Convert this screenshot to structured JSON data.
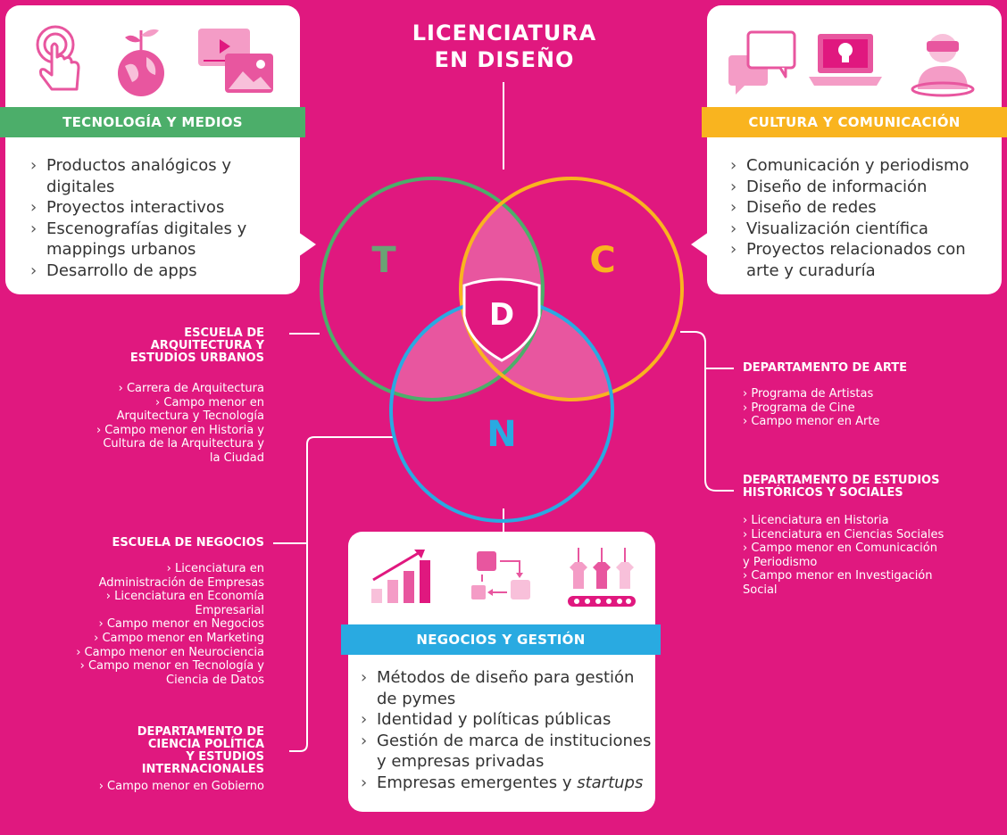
{
  "title": [
    "LICENCIATURA",
    "EN DISEÑO"
  ],
  "venn": {
    "t": "T",
    "c": "C",
    "n": "N",
    "d": "D"
  },
  "colors": {
    "background": "#e0187f",
    "tecnologia": "#4cae6a",
    "cultura": "#f9b41f",
    "negocios": "#29aae1",
    "overlap": "#e8569f"
  },
  "tecnologia": {
    "header": "TECNOLOGÍA Y MEDIOS",
    "icons": [
      "touch-icon",
      "globe-plant-icon",
      "media-gallery-icon"
    ],
    "items": [
      "Productos analógicos y",
      "digitales",
      "Proyectos interactivos",
      "Escenografías digitales y",
      "mappings urbanos",
      "Desarrollo de apps"
    ]
  },
  "cultura": {
    "header": "CULTURA Y COMUNICACIÓN",
    "icons": [
      "chat-bubbles-icon",
      "laptop-idea-icon",
      "vr-person-icon"
    ],
    "items": [
      "Comunicación y periodismo",
      "Diseño de información",
      "Diseño de redes",
      "Visualización científica",
      "Proyectos relacionados con",
      "arte y curaduría"
    ]
  },
  "negocios": {
    "header": "NEGOCIOS Y GESTIÓN",
    "icons": [
      "growth-chart-icon",
      "process-flow-icon",
      "conveyor-shirts-icon"
    ],
    "items": [
      "Métodos de diseño para gestión",
      "de pymes",
      "Identidad y políticas públicas",
      "Gestión de marca de instituciones",
      "y empresas privadas",
      "Empresas emergentes y",
      "startups"
    ]
  },
  "escuela_arquitectura": {
    "title": [
      "ESCUELA DE",
      "ARQUITECTURA Y",
      "ESTUDIOS URBANOS"
    ],
    "items": [
      "› Carrera de Arquitectura",
      "› Campo menor en",
      "Arquitectura y Tecnología",
      "› Campo menor en Historia y",
      "Cultura de la Arquitectura y",
      "la Ciudad"
    ]
  },
  "escuela_negocios": {
    "title": [
      "ESCUELA DE NEGOCIOS"
    ],
    "items": [
      "› Licenciatura en",
      "Administración de Empresas",
      "› Licenciatura en Economía",
      "Empresarial",
      "› Campo menor en Negocios",
      "› Campo menor en Marketing",
      "› Campo menor en Neurociencia",
      "› Campo menor en Tecnología y",
      "Ciencia de Datos"
    ]
  },
  "depto_ciencia_politica": {
    "title": [
      "DEPARTAMENTO DE",
      "CIENCIA POLÍTICA",
      "Y ESTUDIOS",
      "INTERNACIONALES"
    ],
    "items": [
      "› Campo menor en Gobierno"
    ]
  },
  "depto_arte": {
    "title": [
      "DEPARTAMENTO DE ARTE"
    ],
    "items": [
      "› Programa de Artistas",
      "› Programa de Cine",
      "› Campo menor en Arte"
    ]
  },
  "depto_historicos": {
    "title": [
      "DEPARTAMENTO DE ESTUDIOS",
      "HISTÓRICOS Y SOCIALES"
    ],
    "items": [
      "› Licenciatura en Historia",
      "› Licenciatura en Ciencias Sociales",
      "› Campo menor en Comunicación",
      "  y Periodismo",
      "› Campo menor en Investigación",
      "  Social"
    ]
  }
}
